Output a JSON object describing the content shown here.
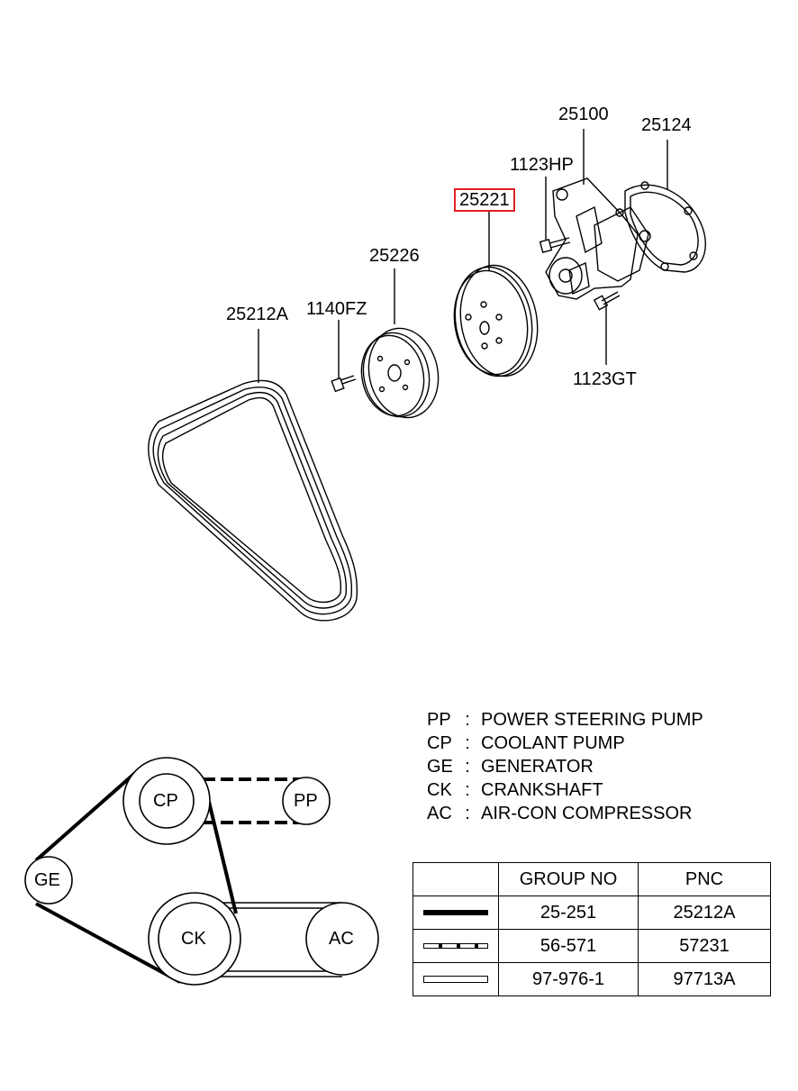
{
  "callouts": {
    "water_pump": "25100",
    "gasket": "25124",
    "bolt_hp": "1123HP",
    "pulley_highlighted": "25221",
    "pulley_small": "25226",
    "bolt_fz": "1140FZ",
    "belt": "25212A",
    "bolt_gt": "1123GT"
  },
  "colors": {
    "highlight": "#e02020",
    "line": "#000000"
  },
  "legend": [
    {
      "code": "PP",
      "sep": ":",
      "desc": "POWER STEERING PUMP"
    },
    {
      "code": "CP",
      "sep": ":",
      "desc": "COOLANT PUMP"
    },
    {
      "code": "GE",
      "sep": ":",
      "desc": "GENERATOR"
    },
    {
      "code": "CK",
      "sep": ":",
      "desc": "CRANKSHAFT"
    },
    {
      "code": "AC",
      "sep": ":",
      "desc": "AIR-CON COMPRESSOR"
    }
  ],
  "routing_nodes": {
    "cp": "CP",
    "pp": "PP",
    "ge": "GE",
    "ck": "CK",
    "ac": "AC"
  },
  "table": {
    "headers": [
      "",
      "GROUP NO",
      "PNC"
    ],
    "rows": [
      {
        "line_style": "solid-thick",
        "group_no": "25-251",
        "pnc": "25212A"
      },
      {
        "line_style": "dashed",
        "group_no": "56-571",
        "pnc": "57231"
      },
      {
        "line_style": "double-thin",
        "group_no": "97-976-1",
        "pnc": "97713A"
      }
    ]
  }
}
